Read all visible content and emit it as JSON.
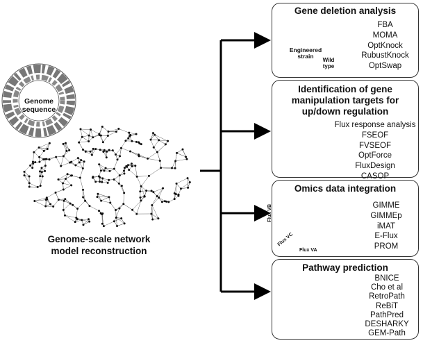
{
  "left": {
    "genome_label_line1": "Genome",
    "genome_label_line2": "sequence",
    "caption_line1": "Genome-scale network",
    "caption_line2": "model reconstruction"
  },
  "panels": [
    {
      "title": "Gene deletion analysis",
      "methods": [
        "FBA",
        "MOMA",
        "OptKnock",
        "RubustKnock",
        "OptSwap"
      ],
      "figure": {
        "engineered_label_1": "Engineered",
        "engineered_label_2": "strain",
        "wild_label_1": "Wild",
        "wild_label_2": "type"
      }
    },
    {
      "title_lines": [
        "Identification of gene",
        "manipulation targets for",
        "up/down regulation"
      ],
      "methods": [
        "Flux response analysis",
        "FSEOF",
        "FVSEOF",
        "OptForce",
        "FluxDesign",
        "CASOP"
      ]
    },
    {
      "title": "Omics data integration",
      "methods": [
        "GIMME",
        "GIMMEp",
        "iMAT",
        "E-Flux",
        "PROM"
      ],
      "figure": {
        "flux_b": "Flux VB",
        "flux_c": "Flux VC",
        "flux_a": "Flux VA"
      }
    },
    {
      "title": "Pathway prediction",
      "methods": [
        "BNICE",
        "Cho et al",
        "RetroPath",
        "ReBiT",
        "PathPred",
        "DESHARKY",
        "GEM-Path"
      ]
    }
  ]
}
